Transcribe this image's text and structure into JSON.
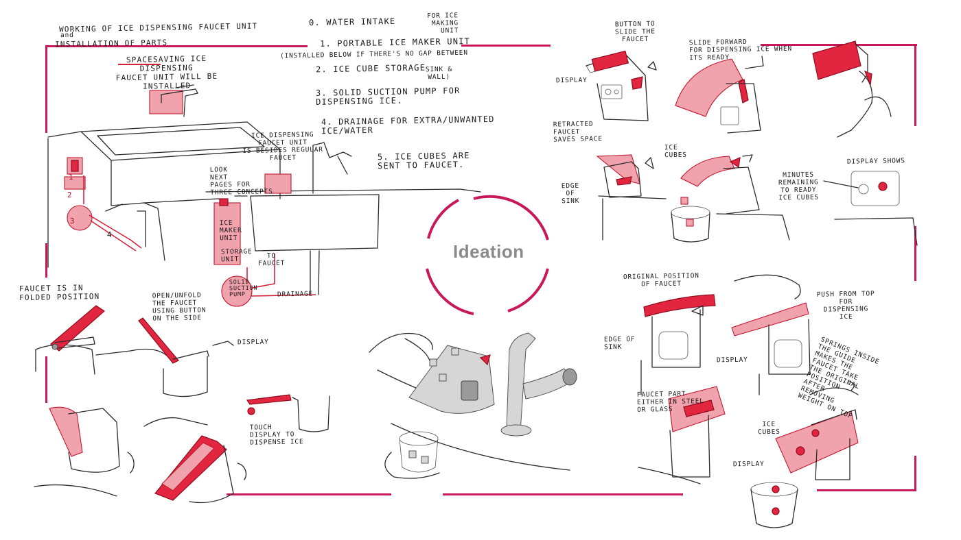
{
  "center_title": "Ideation",
  "intro": {
    "heading_line1": "Working of ice dispensing faucet unit",
    "heading_and": "and",
    "heading_line2": "installation of parts",
    "spacesaving_note": "Spacesaving ice dispensing\nfaucet unit will be installed\nhere"
  },
  "steps": {
    "s0a": "0. Water intake",
    "s0b": "for ice making\nunit",
    "s1": "1. Portable ice maker unit",
    "s1_note": "(installed below if there's no gap between",
    "s1_note2": "sink &\nwall)",
    "s2": "2. Ice cube storage",
    "s3": "3. Solid suction pump for\n   dispensing ice.",
    "s4": "4. Drainage for extra/unwanted\n        ice/water",
    "s5": "5. Ice cubes are\n   sent to faucet."
  },
  "install_labels": {
    "num1": "1",
    "num2": "2",
    "num3": "3",
    "num4": "4",
    "beside_faucet": "Ice dispensing\nfaucet unit\nis besides regular\nfaucet",
    "look_next": "Look\nnext\npages for\nthree concepts",
    "ice_maker": "Ice\nmaker\nunit",
    "storage": "Storage\nunit",
    "to_faucet": "To\nfaucet",
    "pump": "Solid\nsuction\npump",
    "drainage": "Drainage"
  },
  "concept_left": {
    "folded": "Faucet is in\nfolded position",
    "open": "Open/unfold\nthe faucet\nusing button\non the side",
    "display": "Display",
    "touch": "Touch\ndisplay to\ndispense ice"
  },
  "concept_top_right": {
    "button": "Button to\nslide the\nfaucet",
    "display": "Display",
    "slide": "Slide forward\nfor dispensing ice when\nits ready",
    "retracted": "Retracted\nfaucet\nsaves space",
    "edge": "Edge\nof\nsink",
    "ice_cubes": "Ice\ncubes",
    "display_shows": "Display shows",
    "minutes": "Minutes\nremaining\nto ready\nice cubes"
  },
  "concept_bottom_right": {
    "original": "Original position\nof faucet",
    "push": "Push from top\nfor\ndispensing\nice",
    "edge": "Edge of\nsink",
    "display": "Display",
    "springs": "Springs inside\nthe guide\nmakes the\nfaucet take\nthe original\nposition\nafter\nremoving\nweight on top",
    "faucet_part": "Faucet part\neither in steel\nor glass",
    "ice_cubes": "Ice\ncubes",
    "display2": "Display"
  },
  "colors": {
    "frame": "#c8185a",
    "accent": "#e2263f",
    "title": "#8a8a8a"
  }
}
